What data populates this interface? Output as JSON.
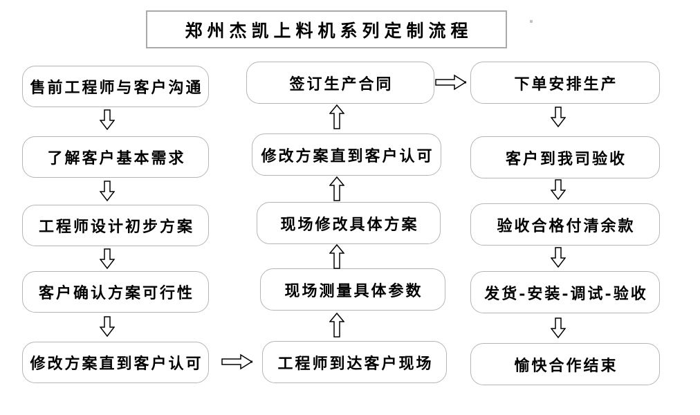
{
  "title": "郑州杰凯上料机系列定制流程",
  "flow": {
    "left": [
      "售前工程师与客户沟通",
      "了解客户基本需求",
      "工程师设计初步方案",
      "客户确认方案可行性",
      "修改方案直到客户认可"
    ],
    "middle": [
      "签订生产合同",
      "修改方案直到客户认可",
      "现场修改具体方案",
      "现场测量具体参数",
      "工程师到达客户现场"
    ],
    "right": [
      "下单安排生产",
      "客户到我司验收",
      "验收合格付清余款",
      "发货-安装-调试-验收",
      "愉快合作结束"
    ]
  },
  "icons": {
    "arrow-down-icon": "hollow block arrow pointing down",
    "arrow-up-icon": "hollow block arrow pointing up",
    "arrow-right-icon": "hollow block arrow pointing right with black tip dot"
  },
  "colors": {
    "background": "#ffffff",
    "node_border": "#b5b5b5",
    "title_border": "#a9a9a9",
    "arrow_outline": "#000000",
    "text": "#000000"
  }
}
